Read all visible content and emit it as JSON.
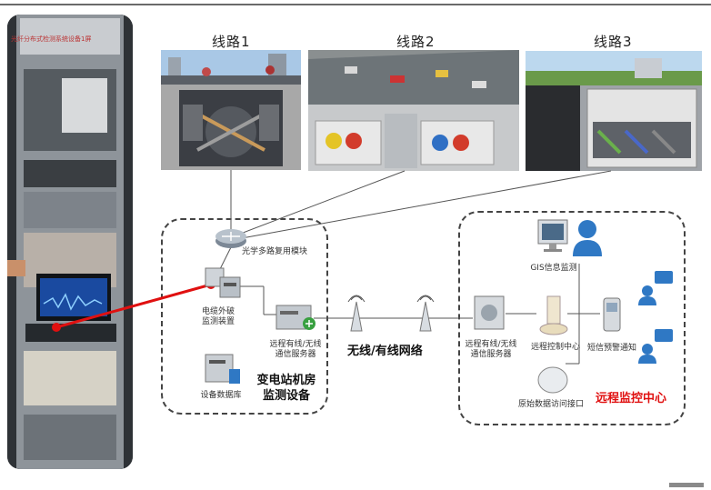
{
  "cabinet_label": "光纤分布式检测系统设备1屏",
  "routes": [
    "线路1",
    "线路2",
    "线路3"
  ],
  "labels": {
    "mux": "光学多路复用模块",
    "sensor": "电缆外破\n监测装置",
    "comm_local": "远程有线/无线\n通信服务器",
    "db": "设备数据库",
    "network": "无线/有线网络",
    "comm_remote": "远程有线/无线\n通信服务器",
    "control": "远程控制中心",
    "gis": "GIS信息监测",
    "sms": "短信预警通知",
    "raw": "原始数据访问接口"
  },
  "titles": {
    "substation": "变电站机房\n监测设备",
    "remote": "远程监控中心"
  },
  "colors": {
    "link_red": "#e01010",
    "accent_blue": "#2f78c4",
    "box_border": "#444444"
  }
}
